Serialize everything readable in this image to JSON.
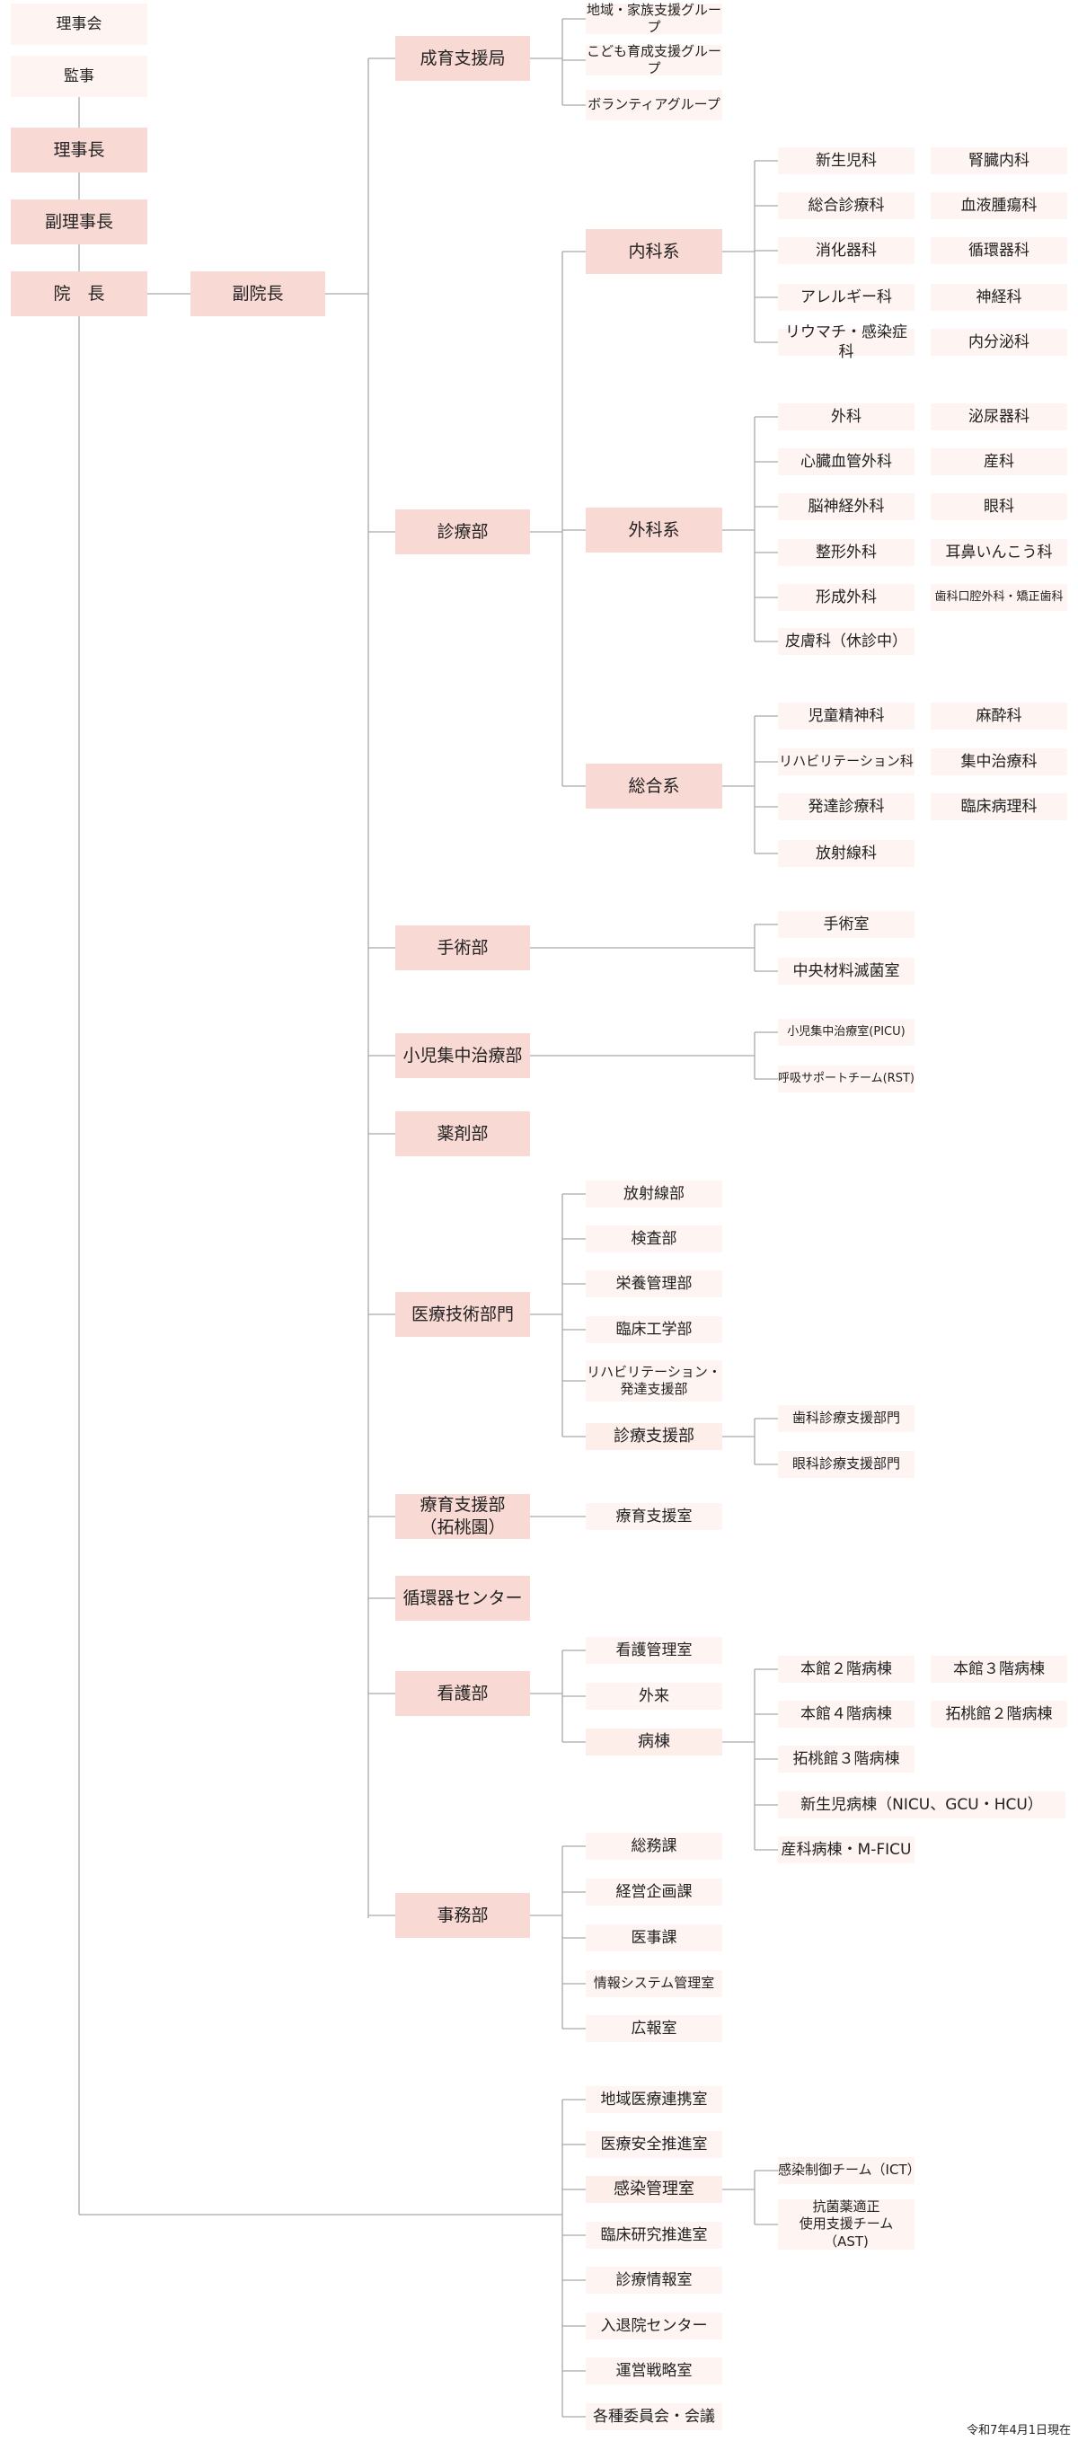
{
  "executives": {
    "board": "理事会",
    "auditor": "監事",
    "chairman": "理事長",
    "vice_chairman": "副理事長",
    "director": "院　長",
    "vice_director": "副院長"
  },
  "child_support": {
    "name": "成育支援局",
    "groups": [
      "地域・家族支援グループ",
      "こども育成支援グループ",
      "ボランティアグループ"
    ]
  },
  "medical_dept": {
    "name": "診療部",
    "internal": {
      "name": "内科系",
      "col1": [
        "新生児科",
        "総合診療科",
        "消化器科",
        "アレルギー科",
        "リウマチ・感染症科"
      ],
      "col2": [
        "腎臓内科",
        "血液腫瘍科",
        "循環器科",
        "神経科",
        "内分泌科"
      ]
    },
    "surgical": {
      "name": "外科系",
      "col1": [
        "外科",
        "心臓血管外科",
        "脳神経外科",
        "整形外科",
        "形成外科",
        "皮膚科（休診中）"
      ],
      "col2": [
        "泌尿器科",
        "産科",
        "眼科",
        "耳鼻いんこう科",
        "歯科口腔外科・矯正歯科"
      ]
    },
    "general": {
      "name": "総合系",
      "col1": [
        "児童精神科",
        "リハビリテーション科",
        "発達診療科",
        "放射線科"
      ],
      "col2": [
        "麻酔科",
        "集中治療科",
        "臨床病理科"
      ]
    }
  },
  "surgery_dept": {
    "name": "手術部",
    "units": [
      "手術室",
      "中央材料滅菌室"
    ]
  },
  "picu_dept": {
    "name": "小児集中治療部",
    "units": [
      "小児集中治療室(PICU)",
      "呼吸サポートチーム(RST)"
    ]
  },
  "pharmacy": "薬剤部",
  "med_tech": {
    "name": "医療技術部門",
    "units": [
      "放射線部",
      "検査部",
      "栄養管理部",
      "臨床工学部",
      "リハビリテーション・\n発達支援部",
      "診療支援部"
    ],
    "support_units": [
      "歯科診療支援部門",
      "眼科診療支援部門"
    ]
  },
  "therapy": {
    "name": "療育支援部\n（拓桃園）",
    "unit": "療育支援室"
  },
  "cardio_center": "循環器センター",
  "nursing": {
    "name": "看護部",
    "units": [
      "看護管理室",
      "外来",
      "病棟"
    ],
    "wards_col1": [
      "本館２階病棟",
      "本館４階病棟",
      "拓桃館３階病棟",
      "新生児病棟（NICU、GCU・HCU）",
      "産科病棟・M-FICU"
    ],
    "wards_col2": [
      "本館３階病棟",
      "拓桃館２階病棟"
    ]
  },
  "admin": {
    "name": "事務部",
    "units": [
      "総務課",
      "経営企画課",
      "医事課",
      "情報システム管理室",
      "広報室"
    ]
  },
  "direct": {
    "units": [
      "地域医療連携室",
      "医療安全推進室",
      "感染管理室",
      "臨床研究推進室",
      "診療情報室",
      "入退院センター",
      "運営戦略室",
      "各種委員会・会議"
    ],
    "infection_teams": [
      "感染制御チーム（ICT）",
      "抗菌薬適正\n使用支援チーム（AST)"
    ]
  },
  "footer": {
    "date": "令和7年4月1日現在"
  }
}
